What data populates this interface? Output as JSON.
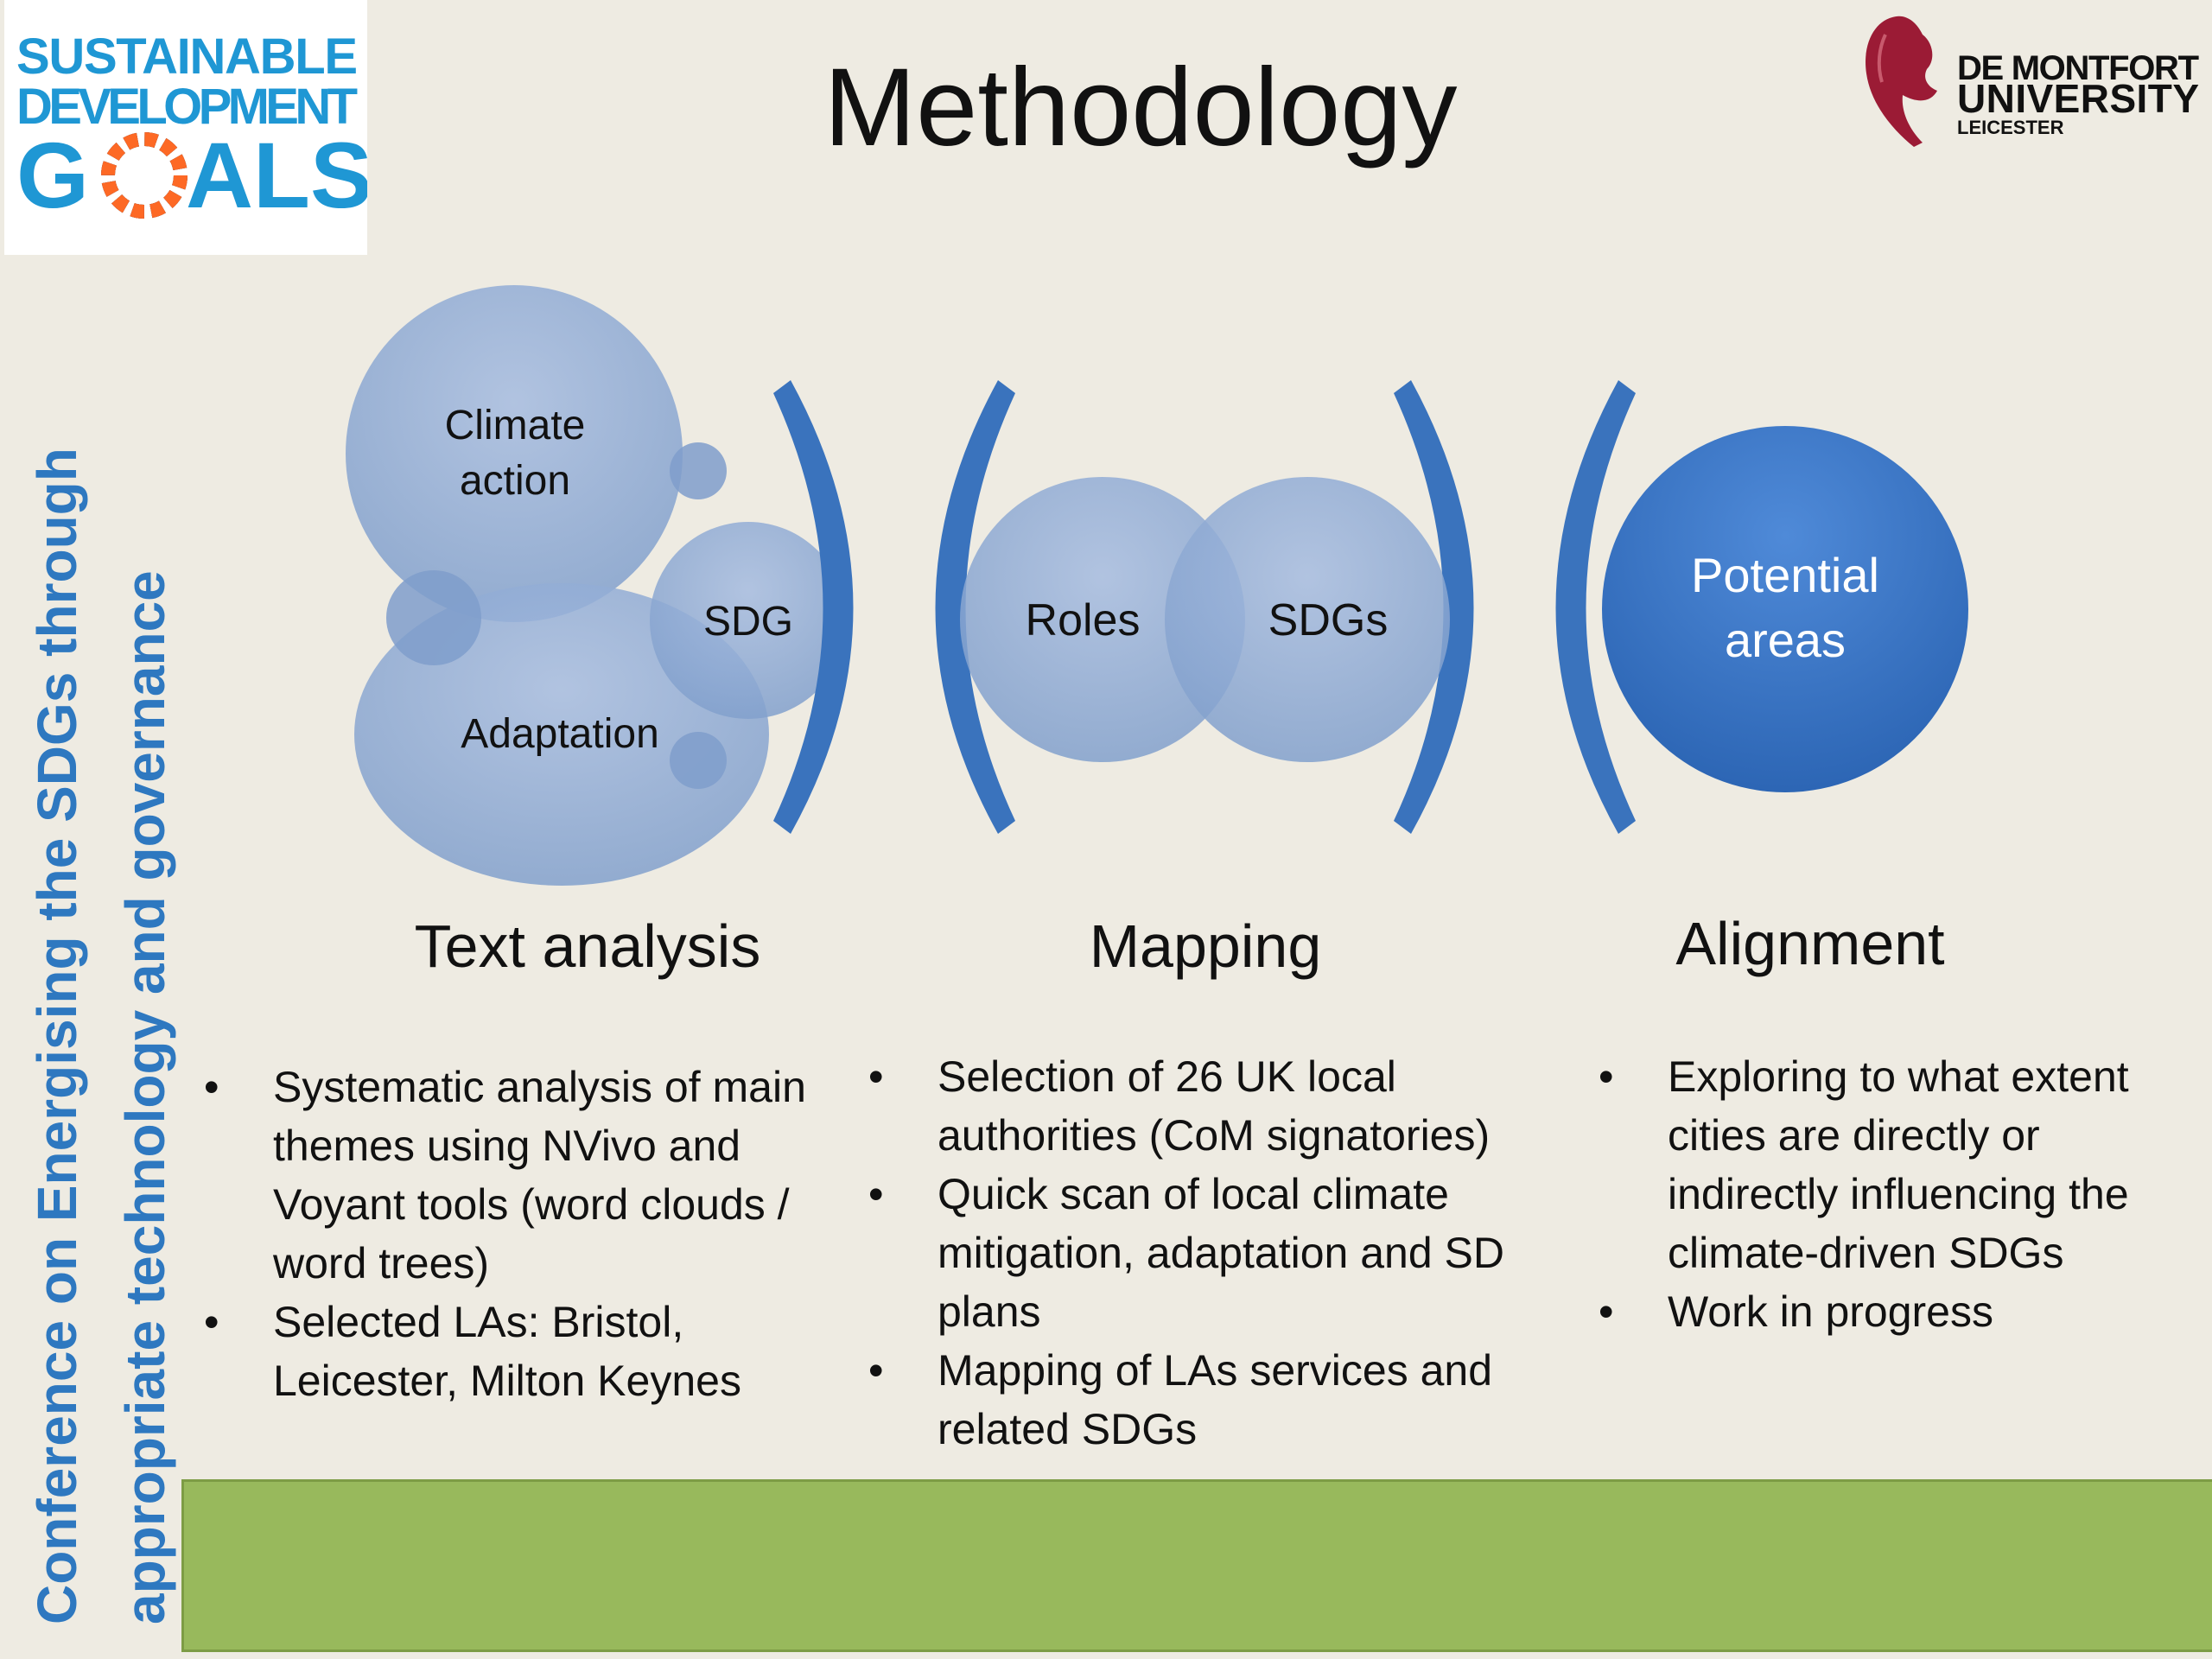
{
  "header": {
    "title": "Methodology"
  },
  "logos": {
    "sdg": {
      "line1": "SUSTAINABLE",
      "line2": "DEVELOPMENT",
      "line3_before": "G",
      "line3_after": "ALS",
      "color": "#1f97d4"
    },
    "dmu": {
      "line1": "DE MONTFORT",
      "line2": "UNIVERSITY",
      "line3": "LEICESTER",
      "color": "#9b1b35"
    }
  },
  "side_banner": {
    "line1": "Conference on Energising the SDGs through",
    "line2": "appropriate technology and governance"
  },
  "diagram": {
    "text_analysis_circles": {
      "climate": "Climate\naction",
      "climate_line1": "Climate",
      "climate_line2": "action",
      "sdg": "SDG",
      "adaptation": "Adaptation"
    },
    "mapping_circles": {
      "roles": "Roles",
      "sdgs": "SDGs"
    },
    "alignment_circle": {
      "line1": "Potential",
      "line2": "areas"
    },
    "colors": {
      "light_circle": "#8eaad3",
      "dark_circle": "#3d7cc9",
      "bracket": "#3a73bd"
    }
  },
  "stages": [
    {
      "heading": "Text analysis",
      "bullets": [
        "Systematic analysis of main themes using NVivo and Voyant tools (word clouds / word trees)",
        "Selected LAs: Bristol, Leicester, Milton Keynes"
      ]
    },
    {
      "heading": "Mapping",
      "bullets": [
        "Selection of 26 UK local authorities (CoM signatories)",
        "Quick scan of local climate mitigation, adaptation and SD plans",
        "Mapping of LAs services and related SDGs"
      ]
    },
    {
      "heading": "Alignment",
      "bullets": [
        "Exploring to what extent cities are directly or indirectly influencing the climate-driven SDGs",
        "Work in progress"
      ]
    }
  ],
  "footer": {
    "color": "#98b95c"
  }
}
